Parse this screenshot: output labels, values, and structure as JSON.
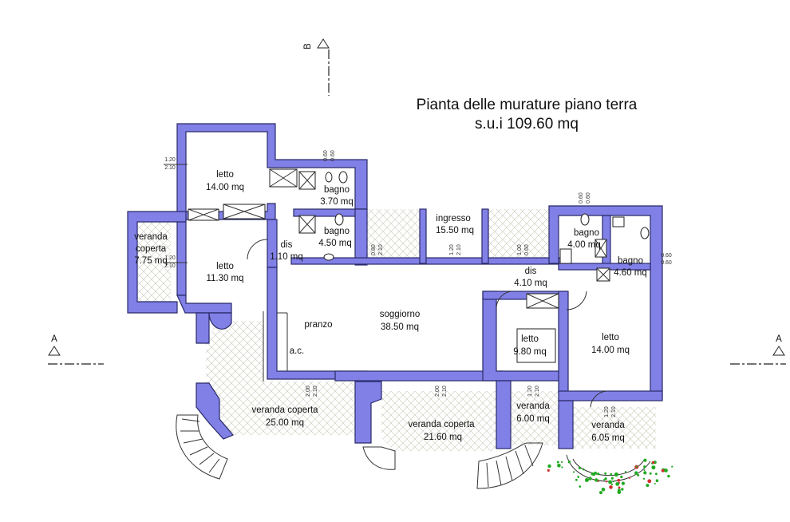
{
  "title": {
    "line1": "Pianta delle murature piano terra",
    "line2": "s.u.i 109.60 mq"
  },
  "section_markers": {
    "a_left": "A",
    "a_right": "A",
    "b_top": "B"
  },
  "rooms": {
    "letto1": {
      "name": "letto",
      "area": "14.00 mq"
    },
    "letto2": {
      "name": "letto",
      "area": "11.30 mq"
    },
    "veranda_coperta_w": {
      "name1": "veranda",
      "name2": "coperta",
      "area": "7.75 mq"
    },
    "bagno1": {
      "name": "bagno",
      "area": "3.70 mq"
    },
    "bagno2": {
      "name": "bagno",
      "area": "4.50 mq"
    },
    "dis1": {
      "name": "dis",
      "area": "1.10 mq"
    },
    "ingresso": {
      "name": "ingresso",
      "area": "15.50 mq"
    },
    "bagno3": {
      "name": "bagno",
      "area": "4.00 mq"
    },
    "bagno4": {
      "name": "bagno",
      "area": "4.60 mq"
    },
    "dis2": {
      "name": "dis",
      "area": "4.10 mq"
    },
    "pranzo": {
      "name": "pranzo"
    },
    "ac": {
      "name": "a.c."
    },
    "soggiorno": {
      "name": "soggiorno",
      "area": "38.50 mq"
    },
    "letto3": {
      "name": "letto",
      "area": "9.80 mq"
    },
    "letto4": {
      "name": "letto",
      "area": "14.00 mq"
    },
    "veranda_coperta_1": {
      "name": "veranda coperta",
      "area": "25.00 mq"
    },
    "veranda_coperta_2": {
      "name": "veranda coperta",
      "area": "21.60 mq"
    },
    "veranda_s": {
      "name": "veranda",
      "area": "6.00 mq"
    },
    "veranda_e": {
      "name": "veranda",
      "area": "6.05 mq"
    }
  },
  "dimensions": {
    "w1": {
      "a": "1.20",
      "b": "2.10"
    },
    "w2": {
      "a": "1.20",
      "b": "2.10"
    },
    "w3": {
      "a": "0.60",
      "b": "0.60"
    },
    "w4": {
      "a": "0.80",
      "b": "2.10"
    },
    "w5": {
      "a": "1.20",
      "b": "2.10"
    },
    "w6": {
      "a": "1.00",
      "b": "0.60"
    },
    "w7": {
      "a": "0.60",
      "b": "0.60"
    },
    "w8": {
      "a": "0.60",
      "b": "0.60"
    },
    "w9": {
      "a": "2.00",
      "b": "2.10"
    },
    "w10": {
      "a": "2.00",
      "b": "2.10"
    },
    "w11": {
      "a": "1.20",
      "b": "2.10"
    },
    "w12": {
      "a": "1.20",
      "b": "2.10"
    }
  },
  "colors": {
    "wall": "#8080e6",
    "hatch": "#c8c8b8",
    "plants": "#22aa22"
  }
}
